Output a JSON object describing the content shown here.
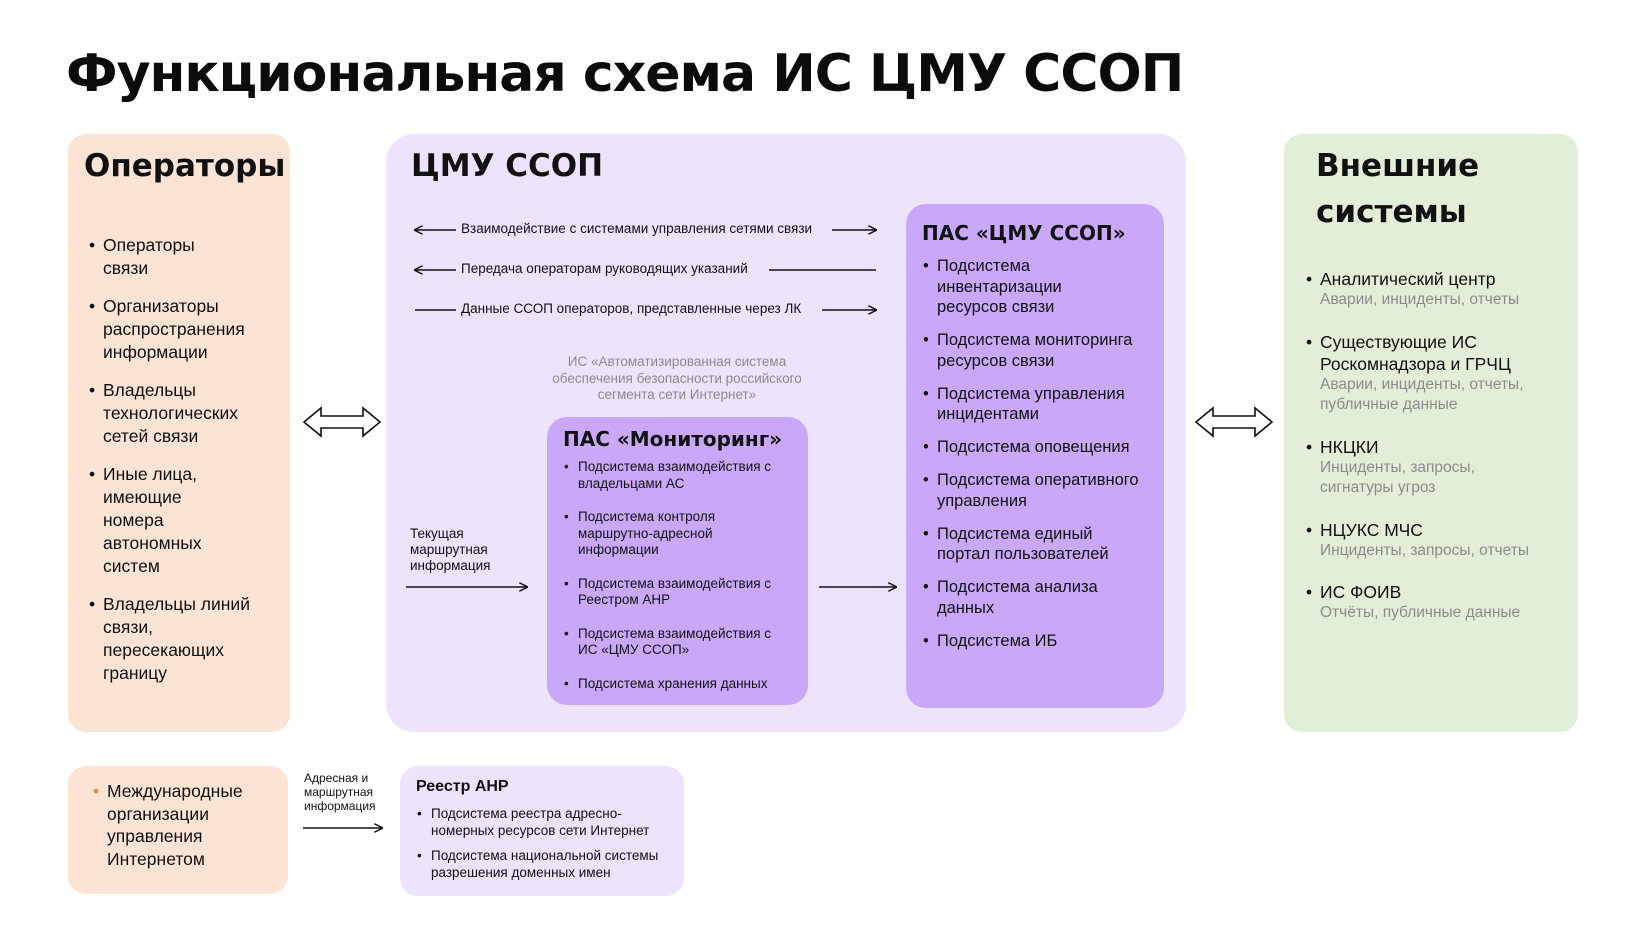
{
  "title": "Функциональная схема ИС ЦМУ ССОП",
  "operators": {
    "heading": "Операторы",
    "items": [
      "Операторы связи",
      "Организаторы распространения информации",
      "Владельцы технологических сетей связи",
      "Иные лица, имеющие номера автономных систем",
      "Владельцы линий связи, пересекающих границу"
    ]
  },
  "cmu": {
    "heading": "ЦМУ ССОП",
    "flows": [
      "Взаимодействие с системами управления сетями связи",
      "Передача операторам руководящих указаний",
      "Данные ССОП операторов, представленные через ЛК"
    ],
    "asobi_note": "ИС «Автоматизированная система обеспечения безопасности российского сегмента сети Интернет»",
    "route_info_label": "Текущая маршрутная информация",
    "pas_monitoring": {
      "heading": "ПАС «Мониторинг»",
      "items": [
        "Подсистема взаимодействия с владельцами АС",
        "Подсистема контроля маршрутно-адресной информации",
        "Подсистема взаимодействия с Реестром АНР",
        "Подсистема взаимодействия с ИС «ЦМУ ССОП»",
        "Подсистема хранения данных"
      ]
    },
    "pas_cmu": {
      "heading": "ПАС «ЦМУ ССОП»",
      "items": [
        "Подсистема инвентаризации ресурсов связи",
        "Подсистема мониторинга ресурсов связи",
        "Подсистема управления инцидентами",
        "Подсистема оповещения",
        "Подсистема оперативного управления",
        "Подсистема единый портал пользователей",
        "Подсистема анализа данных",
        "Подсистема ИБ"
      ]
    }
  },
  "external": {
    "heading": "Внешние системы",
    "items": [
      {
        "name": "Аналитический центр",
        "details": "Аварии, инциденты, отчеты"
      },
      {
        "name": "Существующие ИС Роскомнадзора и ГРЧЦ",
        "details": "Аварии, инциденты, отчеты, публичные данные"
      },
      {
        "name": "НКЦКИ",
        "details": "Инциденты, запросы, сигнатуры угроз"
      },
      {
        "name": "НЦУКС МЧС",
        "details": "Инциденты, запросы, отчеты"
      },
      {
        "name": "ИС ФОИВ",
        "details": "Отчёты, публичные данные"
      }
    ]
  },
  "international": {
    "items": [
      "Международные организации управления Интернетом"
    ],
    "flow_label": "Адресная и маршрутная информация"
  },
  "reestr": {
    "heading": "Реестр АНР",
    "items": [
      "Подсистема реестра адресно-номерных ресурсов сети Интернет",
      "Подсистема национальной системы разрешения доменных имен"
    ]
  },
  "colors": {
    "operators_bg": "#fbe4d3",
    "cmu_bg": "#ede3fc",
    "pas_bg": "#c9a8f9",
    "external_bg": "#e3eed8",
    "muted_text": "#8b8b8b",
    "bullet_accent": "#e8893b"
  }
}
